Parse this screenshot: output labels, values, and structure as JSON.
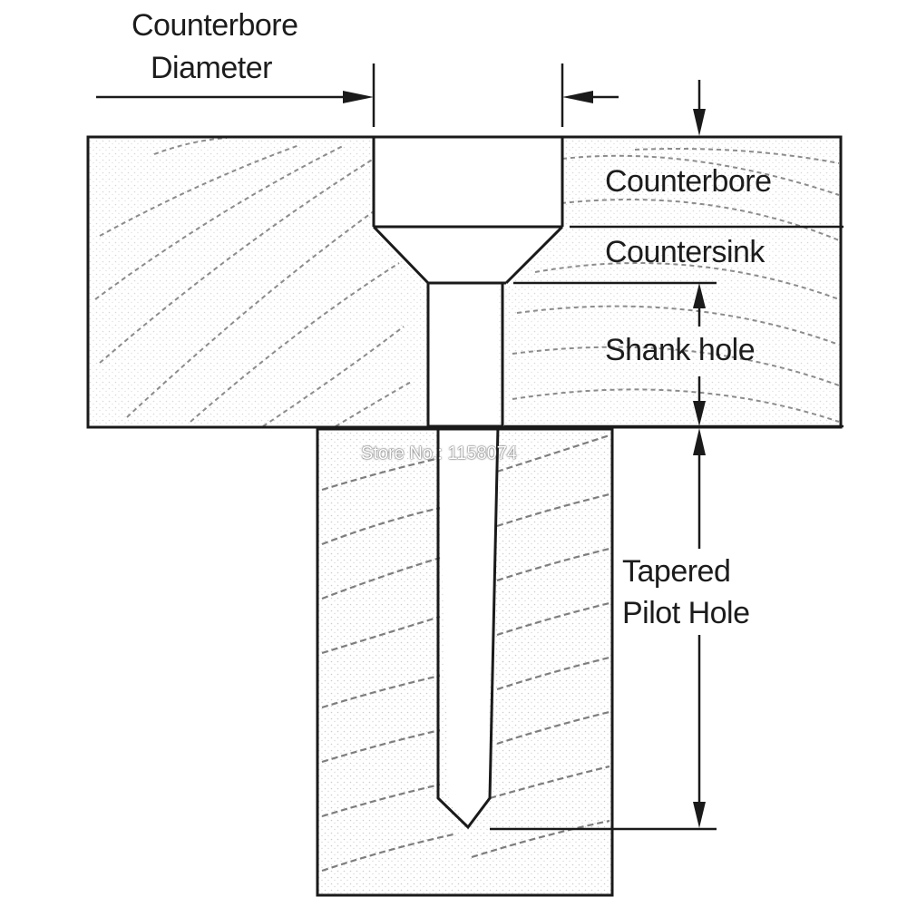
{
  "labels": {
    "counterbore_diameter_line1": "Counterbore",
    "counterbore_diameter_line2": "Diameter",
    "counterbore": "Counterbore",
    "countersink": "Countersink",
    "shank_hole": "Shank hole",
    "tapered_line1": "Tapered",
    "tapered_line2": "Pilot Hole"
  },
  "watermark": "Store No.: 1158074",
  "colors": {
    "line": "#1a1a1a",
    "grain": "#8a8a8a",
    "stipple": "#b5b5b5",
    "background": "#ffffff"
  }
}
